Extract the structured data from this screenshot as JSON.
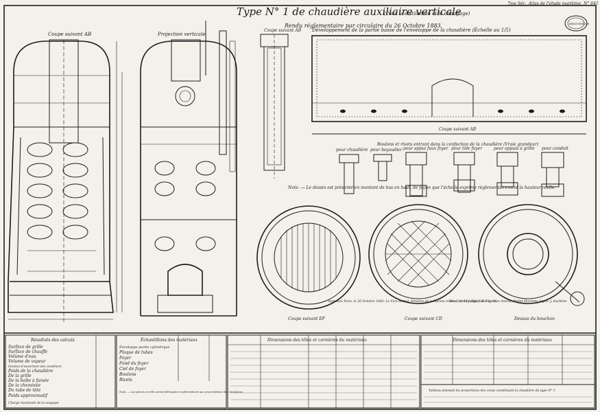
{
  "header": {
    "title": "Type N° 1 de chaudière auxiliaire verticale",
    "title_note": "(Pour la distillation et le chauffage)",
    "subtitle": "Rendu réglementaire par circulaire du 26 Octobre 1883.",
    "corner_text": "7me Sér., Atlas de l'étude maritime, N° 641"
  },
  "views": {
    "left_view": "Coupe suivant AB",
    "front_view": "Projection verticale",
    "small_section": "Coupe suivant AB",
    "development": "Développement de la partie basse de l'enveloppe de la chaudière (Échelle au 1/5)",
    "dev_section": "Coupe suivant AB",
    "bolts_title": "Boulons et rivets entrant dans la confection de la chaudière (Vraie grandeur)",
    "bolt_labels": [
      "pour chaudière",
      "pour boyaudier",
      "pour appui faux foyer",
      "pour tôle foyer",
      "pour appuis à grille",
      "pour conduit"
    ],
    "circle_1": "Coupe suivant EF",
    "circle_2": "Coupe suivant CD",
    "circle_3": "Dessus du bouchon",
    "side_note": "Note. — Le dessin est présenté en montant de bas en haut, de façon que l'échelle exprime réglementairement la hauteur réelle.",
    "approval_1": "Approuvé Paris, le 26 Octobre 1883. Le Vice-Amiral, Ministre de la Marine et des Colonies Signé: A. Peyron",
    "approval_2": "Brest, le 30 Juillet 1883. Le Vice-Amiral, Préfet Maritime Signé: J. Duchêne"
  },
  "tables": {
    "t1_title": "Résultats des calculs",
    "t1_rows": [
      "Surface de grille",
      "Surface de chauffe",
      "Volume d'eau",
      "Volume de vapeur",
      "Section d'ouverture des cendriers",
      "Poids de la chaudière",
      "De la grille",
      "De la boîte à fumée",
      "De la cheminée",
      "Du tube de tête",
      "Poids approximatif",
      "Charge maximum de la soupape"
    ],
    "t2_title": "Échantillons des matériaux",
    "t2_rows": [
      "Enveloppe partie cylindrique",
      "Plaque de tubes",
      "Foyer",
      "Fond du foyer",
      "Ciel de foyer",
      "Boulons",
      "Rivets"
    ],
    "t2_note": "Nota. — Les pièces en tôle seront fabriquées conformément aux prescriptions des circulaires.",
    "t3_title": "Dimensions des tôles et cornières du matériaux",
    "t4_title": "Dimensions des tôles et cornières du matériaux",
    "t4_footer": "Tableau donnant les proportions des corps constituant la chaudière du type N° 1"
  },
  "stamp": "BIBLIOTHÈQUE"
}
